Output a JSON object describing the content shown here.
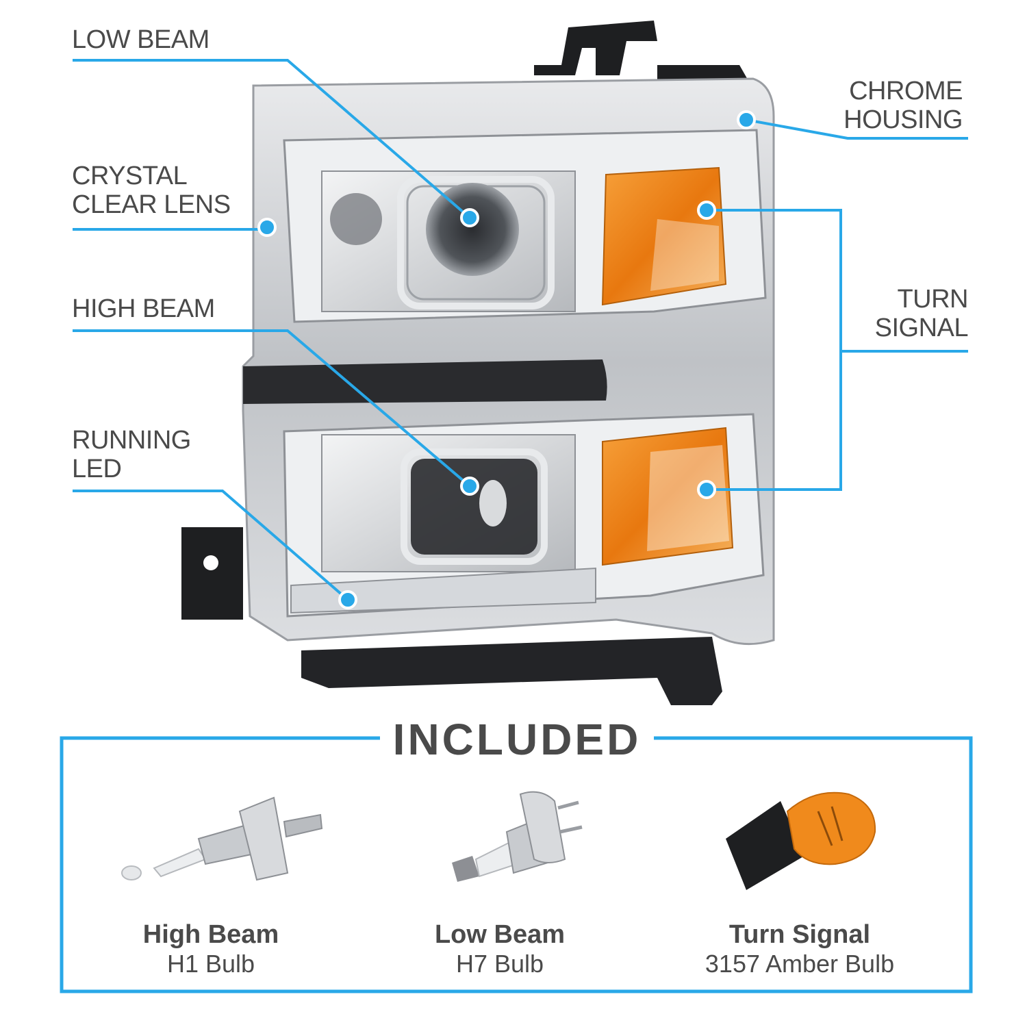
{
  "callouts": {
    "low_beam": [
      "LOW BEAM"
    ],
    "crystal_clear_lens": [
      "CRYSTAL",
      "CLEAR LENS"
    ],
    "high_beam": [
      "HIGH BEAM"
    ],
    "running_led": [
      "RUNNING",
      "LED"
    ],
    "chrome_housing": [
      "CHROME",
      "HOUSING"
    ],
    "turn_signal": [
      "TURN",
      "SIGNAL"
    ]
  },
  "included": {
    "title": "INCLUDED",
    "items": [
      {
        "name": "High Beam",
        "type": "H1 Bulb"
      },
      {
        "name": "Low Beam",
        "type": "H7 Bulb"
      },
      {
        "name": "Turn Signal",
        "type": "3157 Amber Bulb"
      }
    ]
  },
  "colors": {
    "accent": "#29a8e8",
    "text": "#4a4a4a",
    "chrome": "#c9cbcf",
    "amber": "#f08a1c",
    "trim": "#222222"
  }
}
